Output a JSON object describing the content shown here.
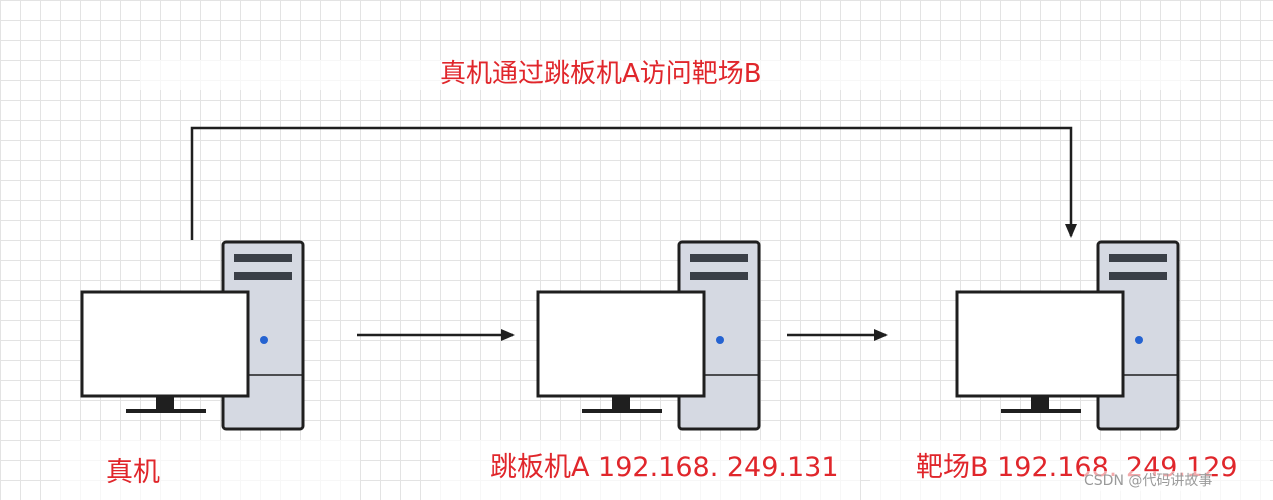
{
  "diagram": {
    "title": "真机通过跳板机A访问靶场B",
    "nodes": [
      {
        "id": "real",
        "label": "真机"
      },
      {
        "id": "jump",
        "label": "跳板机A 192.168. 249.131"
      },
      {
        "id": "target",
        "label": "靶场B 192.168. 249.129"
      }
    ],
    "edges": [
      {
        "from": "real",
        "to": "jump"
      },
      {
        "from": "jump",
        "to": "target"
      },
      {
        "from": "real",
        "to": "target"
      }
    ],
    "colors": {
      "text": "#e0262b",
      "tower": "#d5d9e2",
      "outline": "#1f1f1f",
      "led": "#2563d1",
      "arrow": "#1f1f1f"
    }
  },
  "watermark": "CSDN @代码讲故事"
}
